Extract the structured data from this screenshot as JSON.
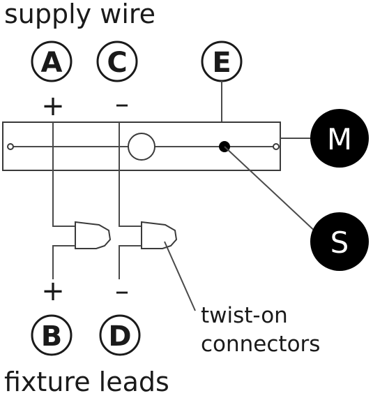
{
  "top_caption": "supply wire",
  "bottom_caption": "fixture leads",
  "connector_label": [
    "twist-on",
    "connectors"
  ],
  "terminals": {
    "a": {
      "letter": "A",
      "sign": "+"
    },
    "c": {
      "letter": "C",
      "sign": "–"
    },
    "e": {
      "letter": "E"
    },
    "b": {
      "letter": "B",
      "sign": "+"
    },
    "d": {
      "letter": "D",
      "sign": "–"
    }
  },
  "markers": {
    "m": {
      "letter": "M"
    },
    "s": {
      "letter": "S"
    }
  },
  "colors": {
    "ink": "#1a1a1a",
    "wire": "#4a4a4a",
    "marker_fill": "#000000",
    "marker_text": "#ffffff"
  }
}
